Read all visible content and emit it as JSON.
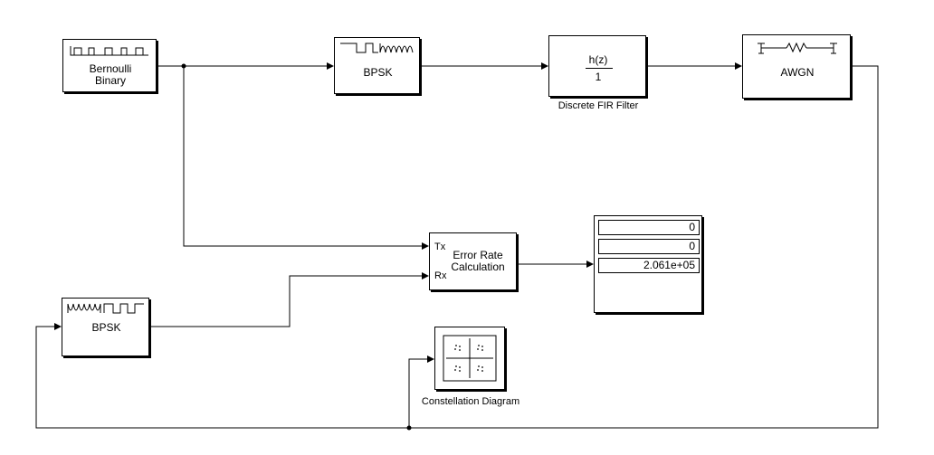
{
  "blocks": {
    "bernoulli": {
      "line1": "Bernoulli",
      "line2": "Binary"
    },
    "bpsk_mod": {
      "label": "BPSK"
    },
    "fir": {
      "numerator": "h(z)",
      "denominator": "1",
      "caption": "Discrete FIR Filter"
    },
    "awgn": {
      "label": "AWGN"
    },
    "error_rate": {
      "line1": "Error Rate",
      "line2": "Calculation",
      "tx": "Tx",
      "rx": "Rx"
    },
    "display": {
      "values": [
        "0",
        "0",
        "2.061e+05"
      ]
    },
    "bpsk_demod": {
      "label": "BPSK"
    },
    "constellation": {
      "caption": "Constellation Diagram"
    }
  },
  "colors": {
    "line": "#000000",
    "block_border": "#000000",
    "background": "#ffffff"
  }
}
